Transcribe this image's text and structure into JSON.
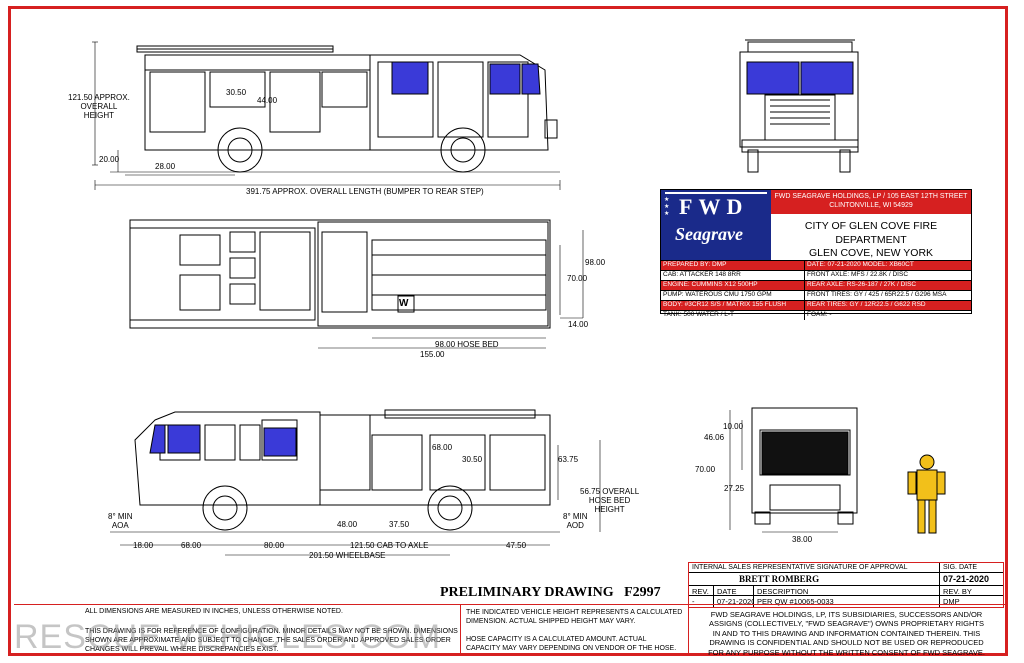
{
  "side_view_top": {
    "height_label": "121.50 APPROX.\nOVERALL\nHEIGHT",
    "dim_30_50": "30.50",
    "dim_44_00": "44.00",
    "dim_20_00": "20.00",
    "dim_28_00": "28.00",
    "overall_length": "391.75 APPROX. OVERALL LENGTH (BUMPER TO REAR STEP)"
  },
  "plan_view": {
    "dim_98_00": "98.00",
    "dim_70_00": "70.00",
    "dim_14_00": "14.00",
    "hose_bed": "98.00 HOSE BED",
    "dim_155_00": "155.00"
  },
  "side_view_bottom": {
    "dim_68_00": "68.00",
    "dim_30_50": "30.50",
    "dim_63_75": "63.75",
    "hose_bed_height": "56.75 OVERALL\nHOSE BED\nHEIGHT",
    "aoa": "8° MIN\nAOA",
    "aod": "8° MIN\nAOD",
    "dim_48_00": "48.00",
    "dim_37_50": "37.50",
    "dim_18_00": "18.00",
    "dim_68_00_b": "68.00",
    "dim_80_00": "80.00",
    "cab_to_axle": "121.50 CAB TO AXLE",
    "dim_47_50": "47.50",
    "wheelbase": "201.50 WHEELBASE"
  },
  "rear_view": {
    "dim_10_00": "10.00",
    "dim_46_06": "46.06",
    "dim_70_00": "70.00",
    "dim_27_25": "27.25",
    "dim_38_00": "38.00"
  },
  "title_block": {
    "logo_text_1": "FWD",
    "logo_text_2": "Seagrave",
    "company": "FWD SEAGRAVE HOLDINGS, LP / 105 EAST 12TH STREET",
    "city": "CLINTONVILLE, WI 54929",
    "customer_1": "CITY OF GLEN COVE FIRE DEPARTMENT",
    "customer_2": "GLEN COVE, NEW YORK",
    "rows": [
      {
        "left": "PREPARED BY: DMP",
        "right": "DATE: 07-21-2020    MODEL: XB60CT",
        "red": true
      },
      {
        "left": "CAB: ATTACKER 148 8RR",
        "right": "FRONT AXLE: MFS / 22.8K / DISC",
        "red": false
      },
      {
        "left": "ENGINE: CUMMINS X12 500HP",
        "right": "REAR AXLE: RS-26-187 / 27K / DISC",
        "red": true
      },
      {
        "left": "PUMP: WATEROUS CMU 1750 GPM",
        "right": "FRONT TIRES: GY / 425 / 65R22.5 / G296 MSA",
        "red": false
      },
      {
        "left": "BODY: #3CR12 S/S / MATRIX 155 FLUSH",
        "right": "REAR TIRES: GY / 12R22.5 / G622 RSD",
        "red": true
      },
      {
        "left": "TANK: 500 WATER / L-T",
        "right": "FOAM: -",
        "red": false
      }
    ]
  },
  "approval": {
    "header": "INTERNAL SALES REPRESENTATIVE SIGNATURE OF APPROVAL",
    "sig_date_label": "SIG. DATE",
    "name": "BRETT ROMBERG",
    "sig_date": "07-21-2020",
    "rev_label": "REV.",
    "date_label": "DATE",
    "desc_label": "DESCRIPTION",
    "revby_label": "REV. BY",
    "rev": "-",
    "date": "07-21-2020",
    "desc": "PER QW #10065-0033",
    "revby": "DMP"
  },
  "notes": {
    "preliminary": "PRELIMINARY DRAWING   F2997",
    "dims_inches": "ALL DIMENSIONS ARE MEASURED IN INCHES, UNLESS OTHERWISE NOTED.",
    "reference_1": "THIS DRAWING IS FOR REFERENCE OF CONFIGURATION. MINOR DETAILS MAY NOT BE SHOWN. DIMENSIONS",
    "reference_2": "SHOWN ARE APPROXIMATE AND SUBJECT TO CHANGE. THE SALES ORDER AND APPROVED SALES ORDER",
    "reference_3": "CHANGES WILL PREVAIL WHERE DISCREPANCIES EXIST.",
    "height_note_1": "THE INDICATED VEHICLE HEIGHT REPRESENTS A CALCULATED",
    "height_note_2": "DIMENSION.  ACTUAL SHIPPED HEIGHT MAY VARY.",
    "hose_note_1": "HOSE CAPACITY IS A CALCULATED AMOUNT.  ACTUAL",
    "hose_note_2": "CAPACITY MAY VARY DEPENDING ON  VENDOR OF THE HOSE.",
    "proprietary_1": "FWD SEAGRAVE HOLDINGS, LP, ITS SUBSIDIARIES, SUCCESSORS AND/OR",
    "proprietary_2": "ASSIGNS (COLLECTIVELY, \"FWD SEAGRAVE\") OWNS PROPRIETARY RIGHTS",
    "proprietary_3": "IN AND TO THIS DRAWING AND INFORMATION CONTAINED THEREIN. THIS",
    "proprietary_4": "DRAWING IS CONFIDENTIAL AND SHOULD NOT BE USED OR REPRODUCED",
    "proprietary_5": "FOR ANY PURPOSE WITHOUT THE WRITTEN CONSENT OF  FWD SEAGRAVE."
  },
  "watermark": "RESCUE VEHICLES.COM",
  "colors": {
    "border": "#d62020",
    "window": "#3a3ad8",
    "logo_blue": "#1a2a8a",
    "person": "#f2c01a"
  }
}
